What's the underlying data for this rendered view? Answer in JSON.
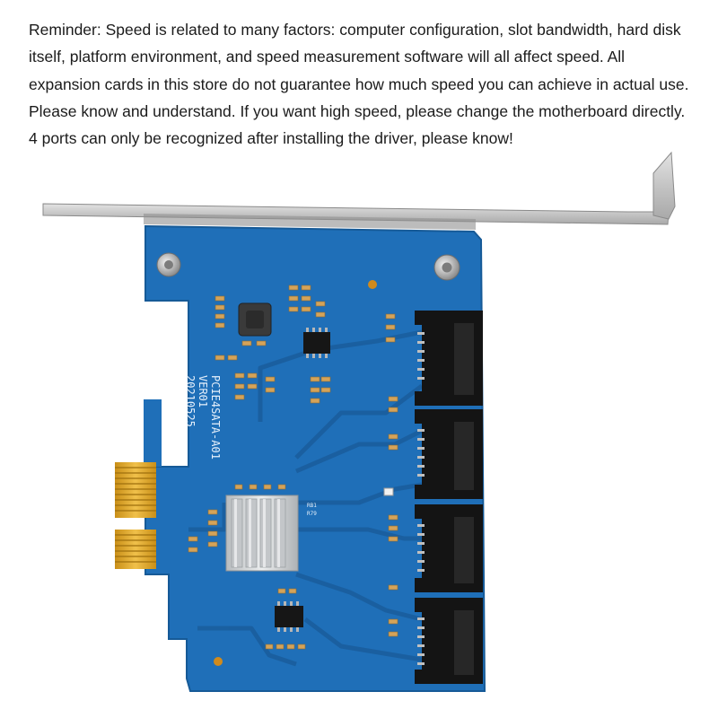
{
  "reminder": {
    "text": "Reminder: Speed is related to many factors: computer configuration, slot bandwidth, hard disk itself, platform environment, and speed measurement software will all affect speed. All expansion cards in this store do not guarantee how much speed you can achieve in actual use. Please know and understand. If you want high speed, please change the motherboard directly. 4 ports can only be recognized after installing the driver, please know!"
  },
  "board": {
    "model": "PCIE4SATA-A01",
    "version": "VER01",
    "date": "20210525",
    "labels": {
      "rb1": "RB1",
      "r79": "R79"
    }
  },
  "colors": {
    "pcb": "#1f6fb8",
    "pcb_edge": "#18609f",
    "trace": "#1a5e9e",
    "bracket": "#c9c9c9",
    "gold": "#e2a829",
    "heatsink": "#d6d8da",
    "sata": "#121212"
  }
}
